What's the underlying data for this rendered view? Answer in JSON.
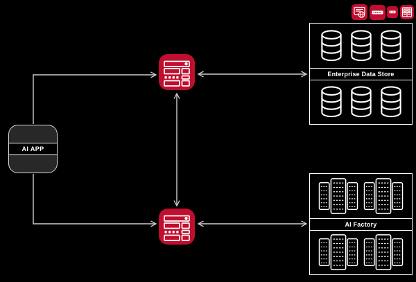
{
  "colors": {
    "background": "#000000",
    "accent_red": "#c00e2e",
    "line": "#cdcdcd",
    "node_fill": "#282828",
    "node_border": "#d9d9d9",
    "white": "#ffffff"
  },
  "badges": [
    {
      "name": "app-window-globe-icon"
    },
    {
      "name": "wordmark-pill-icon"
    },
    {
      "name": "small-wordmark-icon"
    },
    {
      "name": "data-table-icon"
    }
  ],
  "nodes": {
    "ai_app": {
      "label": "AI APP"
    },
    "gateway_top": {
      "icon": "gateway-appliance-icon"
    },
    "gateway_bottom": {
      "icon": "gateway-appliance-icon"
    },
    "enterprise_data_store": {
      "label": "Enterprise Data Store",
      "cylinders_per_row": 3,
      "rows": 2
    },
    "ai_factory": {
      "label": "AI Factory",
      "clusters_per_row": 2,
      "rows": 2
    }
  },
  "connectors": [
    {
      "from": "ai-app",
      "to": "gateway-top",
      "direction": "one-way"
    },
    {
      "from": "ai-app",
      "to": "gateway-bottom",
      "direction": "one-way"
    },
    {
      "from": "gateway-top",
      "to": "gateway-bottom",
      "direction": "two-way"
    },
    {
      "from": "gateway-top",
      "to": "enterprise-data-store",
      "direction": "two-way"
    },
    {
      "from": "gateway-bottom",
      "to": "ai-factory",
      "direction": "two-way"
    }
  ]
}
